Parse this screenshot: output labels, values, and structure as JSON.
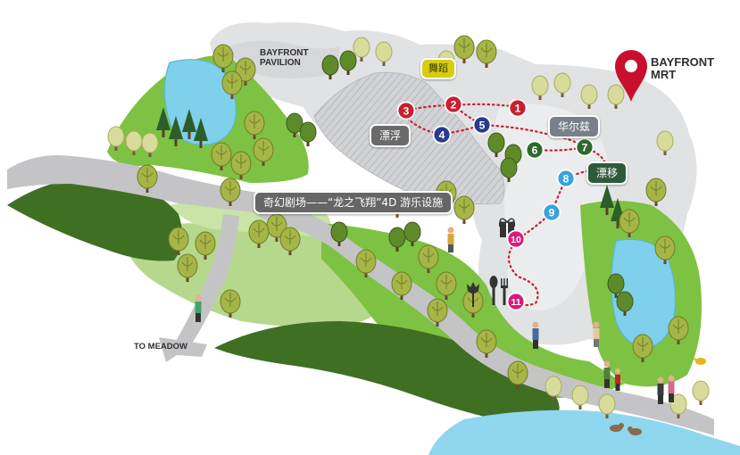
{
  "places": {
    "pavilion_line1": "BAYFRONT",
    "pavilion_line2": "PAVILION",
    "mrt_line1": "BAYFRONT",
    "mrt_line2": "MRT",
    "meadow": "TO MEADOW"
  },
  "labels": {
    "dance": "舞蹈",
    "float": "漂浮",
    "waltz": "华尔兹",
    "drift": "漂移",
    "theatre": "奇幻剧场——“龙之飞翔”4D 游乐设施"
  },
  "stops": [
    {
      "number": "1",
      "color": "#c8202f"
    },
    {
      "number": "2",
      "color": "#c8202f"
    },
    {
      "number": "3",
      "color": "#c8202f"
    },
    {
      "number": "4",
      "color": "#283a8c"
    },
    {
      "number": "5",
      "color": "#283a8c"
    },
    {
      "number": "6",
      "color": "#2e6a2e"
    },
    {
      "number": "7",
      "color": "#2e6a2e"
    },
    {
      "number": "8",
      "color": "#3aa3dc"
    },
    {
      "number": "9",
      "color": "#3aa3dc"
    },
    {
      "number": "10",
      "color": "#d81b7a"
    },
    {
      "number": "11",
      "color": "#d81b7a"
    }
  ],
  "icons": {
    "mrt": "location-pin-icon",
    "gift": "gift-icon",
    "dining": "fork-spoon-icon",
    "flower": "tulip-icon"
  },
  "colors": {
    "grass_light": "#7dc242",
    "grass_dark": "#3f6f23",
    "path": "#c4c4c6",
    "terrain": "#e1e2e4",
    "water": "#7fd0ea",
    "route_dots": "#c8202f",
    "pin": "#c8102e"
  }
}
